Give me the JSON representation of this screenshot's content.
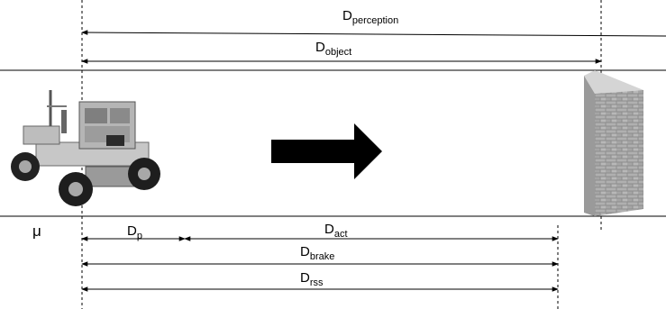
{
  "labels": {
    "perception": {
      "symbol": "D",
      "subscript": "perception"
    },
    "object": {
      "symbol": "D",
      "subscript": "object"
    },
    "p": {
      "symbol": "D",
      "subscript": "p"
    },
    "act": {
      "symbol": "D",
      "subscript": "act"
    },
    "brake": {
      "symbol": "D",
      "subscript": "brake"
    },
    "rss": {
      "symbol": "D",
      "subscript": "rss"
    },
    "mu": "μ"
  },
  "icons": {
    "vehicle": "robot-vehicle-image",
    "wall": "brick-wall-image",
    "direction": "arrow-right-icon"
  },
  "colors": {
    "line": "#000000",
    "background": "#ffffff"
  }
}
